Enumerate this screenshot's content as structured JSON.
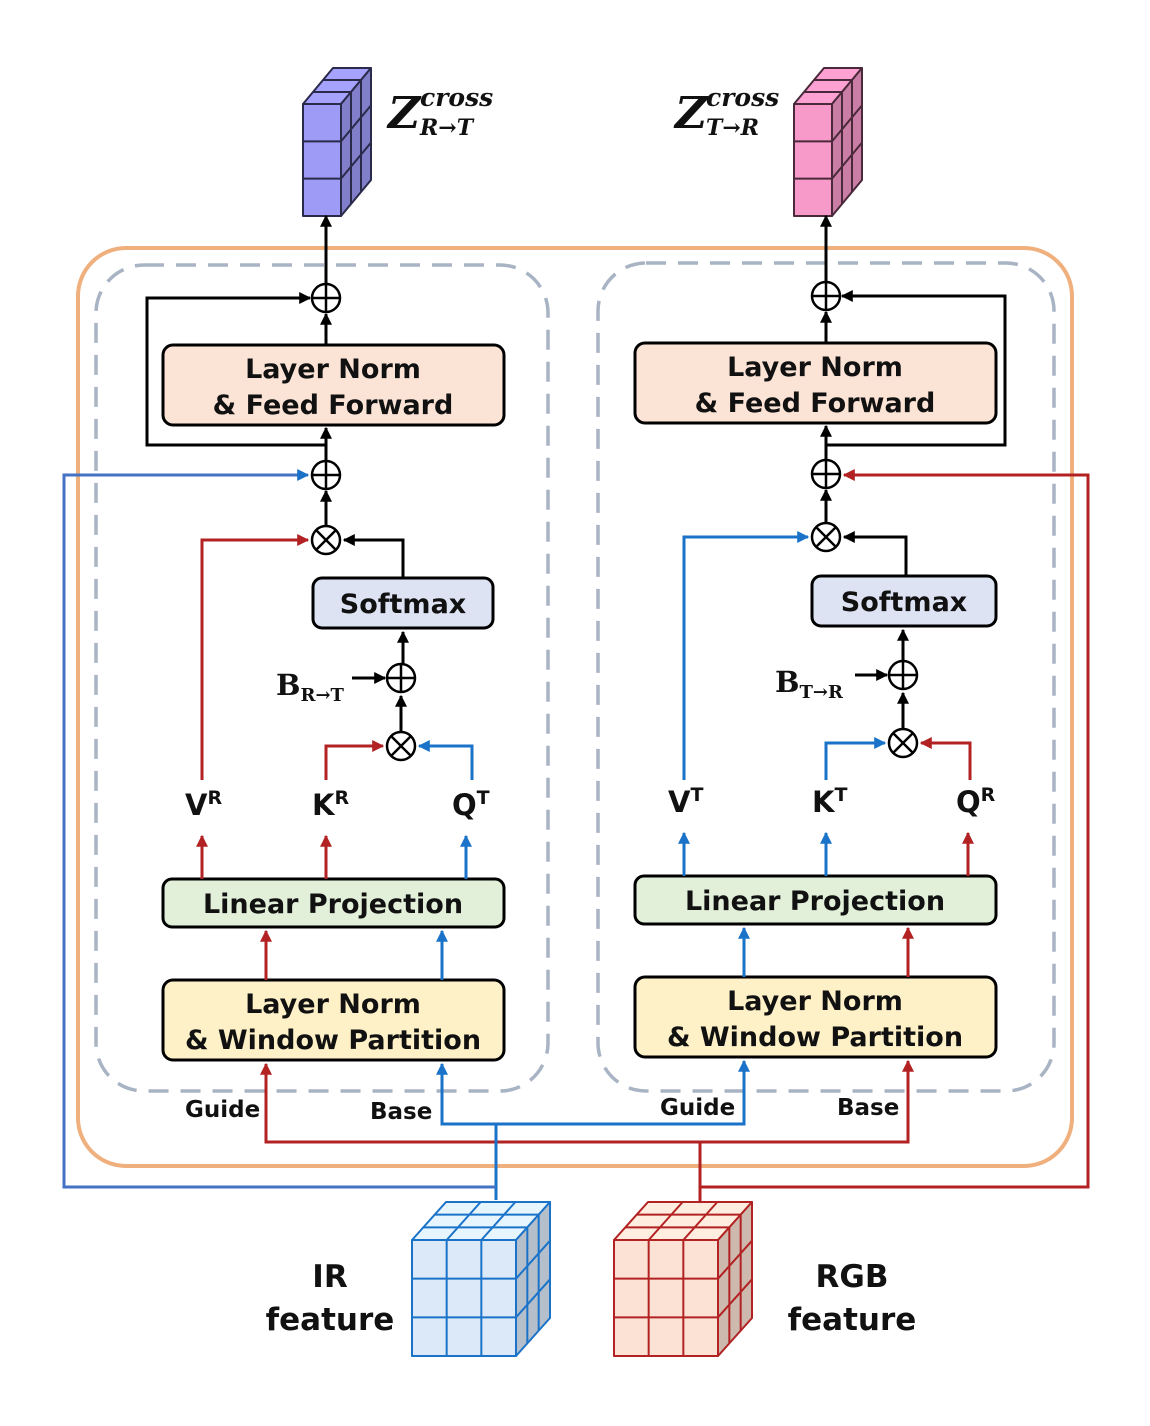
{
  "outputs": {
    "left": {
      "main": "Z",
      "sup": "cross",
      "sub": "R→T"
    },
    "right": {
      "main": "Z",
      "sup": "cross",
      "sub": "T→R"
    }
  },
  "left_branch": {
    "ffn_line1": "Layer Norm",
    "ffn_line2": "& Feed Forward",
    "softmax": "Softmax",
    "bias_main": "B",
    "bias_sub": "R→T",
    "v_main": "V",
    "v_sup": "R",
    "k_main": "K",
    "k_sup": "R",
    "q_main": "Q",
    "q_sup": "T",
    "linear": "Linear Projection",
    "partition_line1": "Layer Norm",
    "partition_line2": "& Window Partition",
    "guide": "Guide",
    "base": "Base"
  },
  "right_branch": {
    "ffn_line1": "Layer Norm",
    "ffn_line2": "& Feed Forward",
    "softmax": "Softmax",
    "bias_main": "B",
    "bias_sub": "T→R",
    "v_main": "V",
    "v_sup": "T",
    "k_main": "K",
    "k_sup": "T",
    "q_main": "Q",
    "q_sup": "R",
    "linear": "Linear Projection",
    "partition_line1": "Layer Norm",
    "partition_line2": "& Window Partition",
    "guide": "Guide",
    "base": "Base"
  },
  "inputs": {
    "ir_line1": "IR",
    "ir_line2": "feature",
    "rgb_line1": "RGB",
    "rgb_line2": "feature"
  },
  "colors": {
    "ir_path": "#1a73c8",
    "rgb_path": "#b22222",
    "outer_border": "#f0b07e",
    "dashed_border": "#a8b3c4",
    "ffn_fill": "#fbe3d6",
    "softmax_fill": "#dde3f3",
    "linear_fill": "#e2f0da",
    "partition_fill": "#fff1c7",
    "left_output_fill": "#9d9bf5",
    "right_output_fill": "#f79ac9",
    "ir_cube_fill": "#dce9f8",
    "rgb_cube_fill": "#fbe2d5"
  }
}
